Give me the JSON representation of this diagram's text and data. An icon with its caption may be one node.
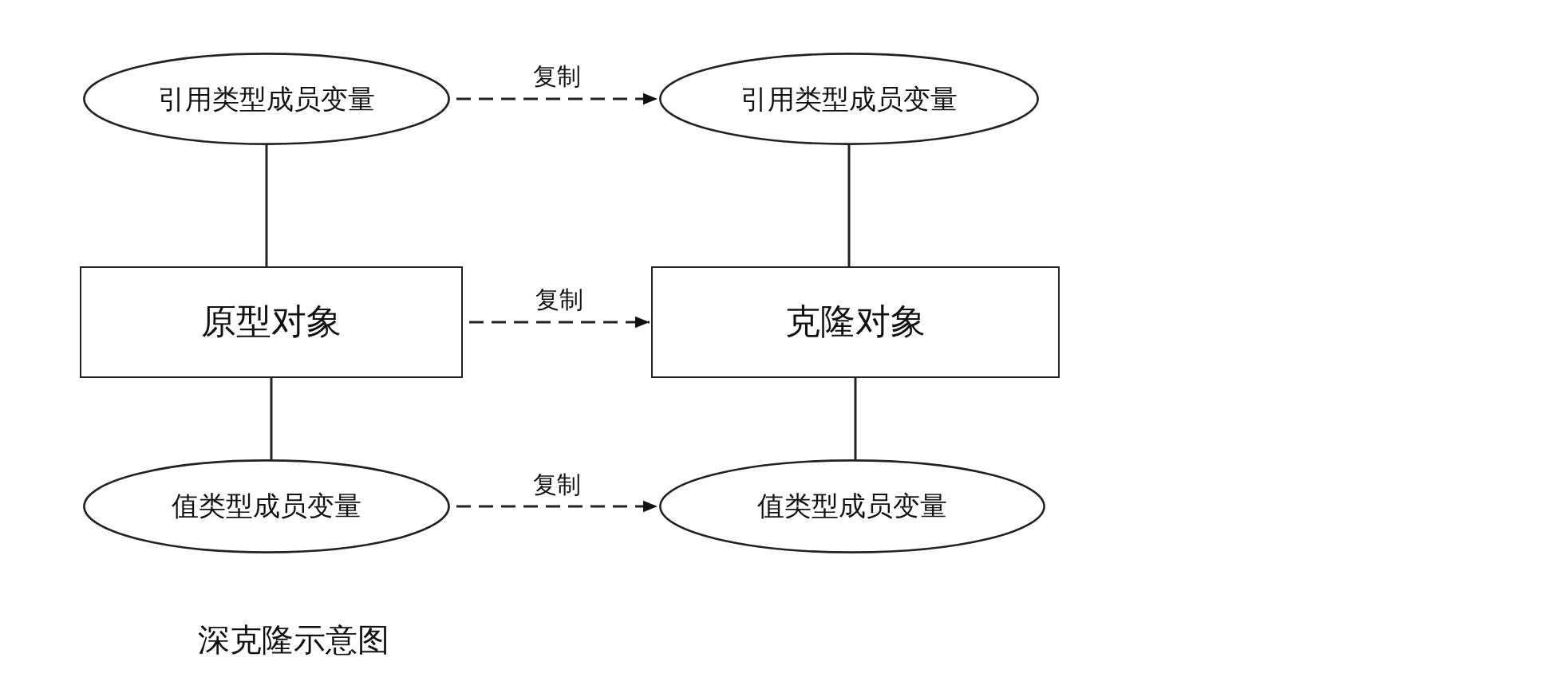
{
  "diagram": {
    "caption": "深克隆示意图",
    "nodes": [
      {
        "text": [
          "引用类型成员变量"
        ]
      },
      {
        "text": [
          "引用类型成员变量"
        ]
      },
      {
        "text": [
          "原型对象"
        ]
      },
      {
        "text": [
          "克隆对象"
        ]
      },
      {
        "text": [
          "值类型成员变量"
        ]
      },
      {
        "text": [
          "值类型成员变量"
        ]
      }
    ],
    "edges": [
      {
        "from": 0,
        "to": 1,
        "arrow": "to",
        "style": "dashed",
        "label": "复制"
      },
      {
        "from": 2,
        "to": 3,
        "arrow": "to",
        "style": "dashed",
        "label": "复制"
      },
      {
        "from": 4,
        "to": 5,
        "arrow": "to",
        "style": "dashed",
        "label": "复制"
      },
      {
        "from": 0,
        "to": 2,
        "arrow": "none"
      },
      {
        "from": 2,
        "to": 4,
        "arrow": "none"
      },
      {
        "from": 1,
        "to": 3,
        "arrow": "none"
      },
      {
        "from": 3,
        "to": 5,
        "arrow": "none"
      }
    ]
  }
}
